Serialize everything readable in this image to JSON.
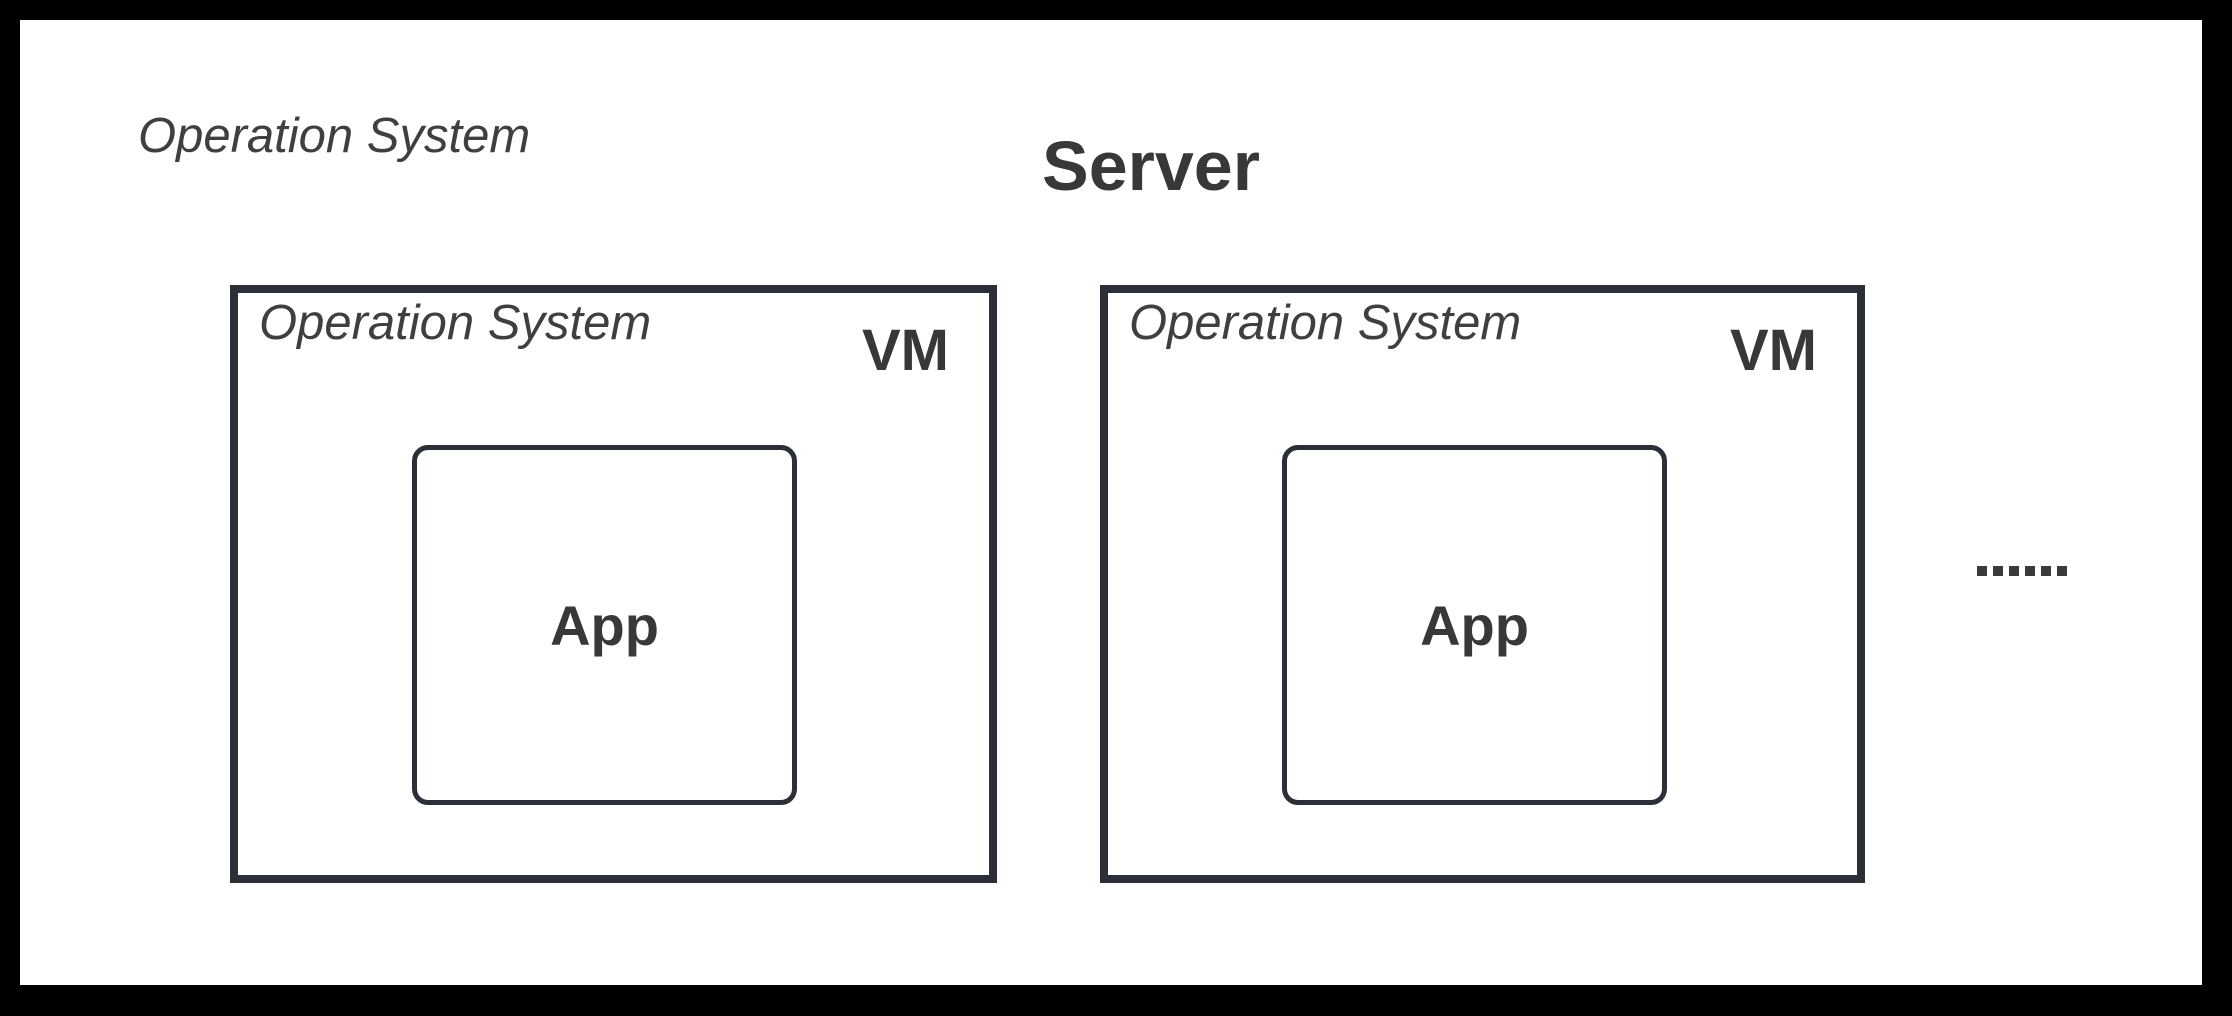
{
  "server": {
    "title": "Server",
    "os_label": "Operation System",
    "more_indicator": "......"
  },
  "vms": [
    {
      "title": "VM",
      "os_label": "Operation System",
      "app_label": "App"
    },
    {
      "title": "VM",
      "os_label": "Operation System",
      "app_label": "App"
    }
  ],
  "colors": {
    "frame": "#000000",
    "canvas": "#ffffff",
    "line": "#2a2f38",
    "text": "#383838"
  }
}
